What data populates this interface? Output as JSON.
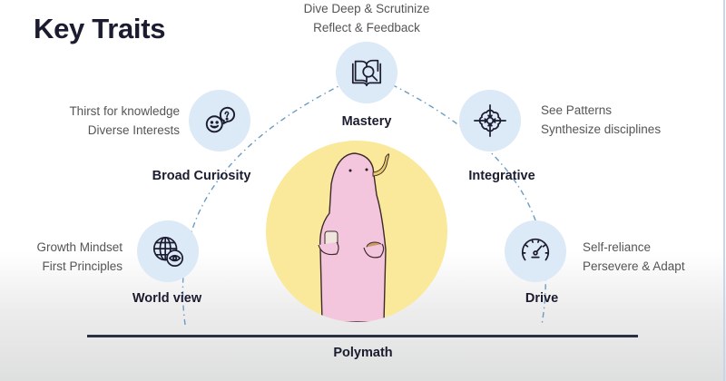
{
  "slide": {
    "title": "Key Traits",
    "accent_color": "#dce9f6",
    "hero_color": "#fae99a",
    "footer_label": "Polymath"
  },
  "traits": [
    {
      "id": "mastery",
      "label": "Mastery",
      "icon": "book-search-icon",
      "descriptions": [
        "Dive Deep & Scrutinize",
        "Reflect & Feedback"
      ]
    },
    {
      "id": "broad-curiosity",
      "label": "Broad Curiosity",
      "icon": "face-question-bubble-icon",
      "descriptions": [
        "Thirst for knowledge",
        "Diverse Interests"
      ]
    },
    {
      "id": "integrative",
      "label": "Integrative",
      "icon": "converge-gear-icon",
      "descriptions": [
        "See Patterns",
        "Synthesize disciplines"
      ]
    },
    {
      "id": "world-view",
      "label": "World view",
      "icon": "globe-eye-icon",
      "descriptions": [
        "Growth Mindset",
        "First Principles"
      ]
    },
    {
      "id": "drive",
      "label": "Drive",
      "icon": "speedometer-icon",
      "descriptions": [
        "Self-reliance",
        "Persevere & Adapt"
      ]
    }
  ]
}
